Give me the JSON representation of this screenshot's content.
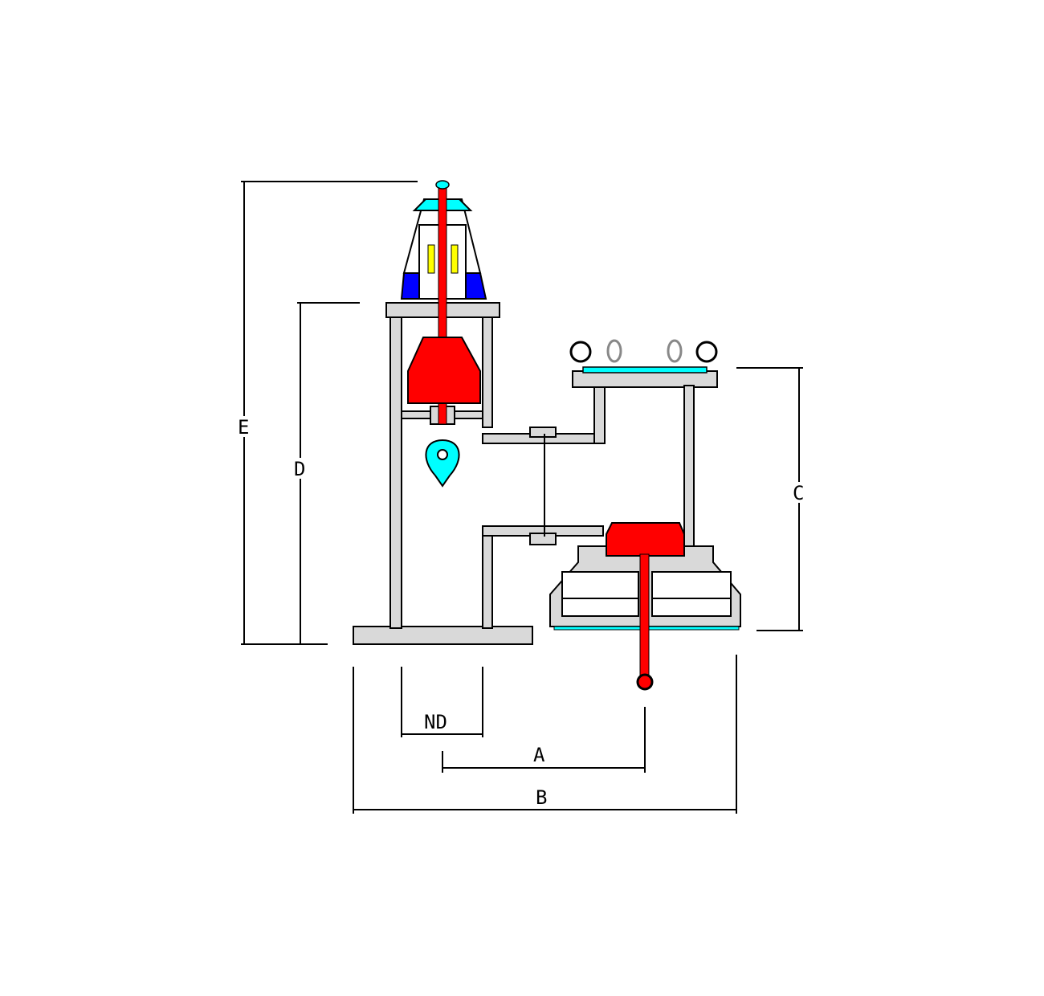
{
  "diagram": {
    "dimension_labels": {
      "E": "E",
      "D": "D",
      "C": "C",
      "ND": "ND",
      "A": "A",
      "B": "B"
    },
    "colors": {
      "body": "#d9d9d9",
      "disc": "#ff0000",
      "accent": "#00ffff",
      "seal": "#0000ff",
      "spring": "#ffff00"
    }
  }
}
